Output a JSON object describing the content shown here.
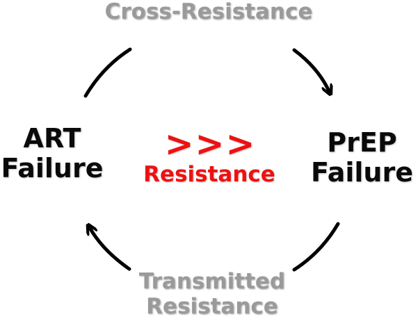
{
  "nodes": {
    "cross_resistance": "Cross-Resistance",
    "art_failure": {
      "line1": "ART",
      "line2": "Failure"
    },
    "prep_failure": {
      "line1": "PrEP",
      "line2": "Failure"
    },
    "transmitted_resistance": {
      "line1": "Transmitted",
      "line2": "Resistance"
    }
  },
  "center": {
    "chevrons": ">>>",
    "label": "Resistance"
  },
  "colors": {
    "gray_text": "#9a9a9a",
    "black_text": "#0a0a0a",
    "red_text": "#ee1111",
    "arc_stroke": "#000000"
  }
}
